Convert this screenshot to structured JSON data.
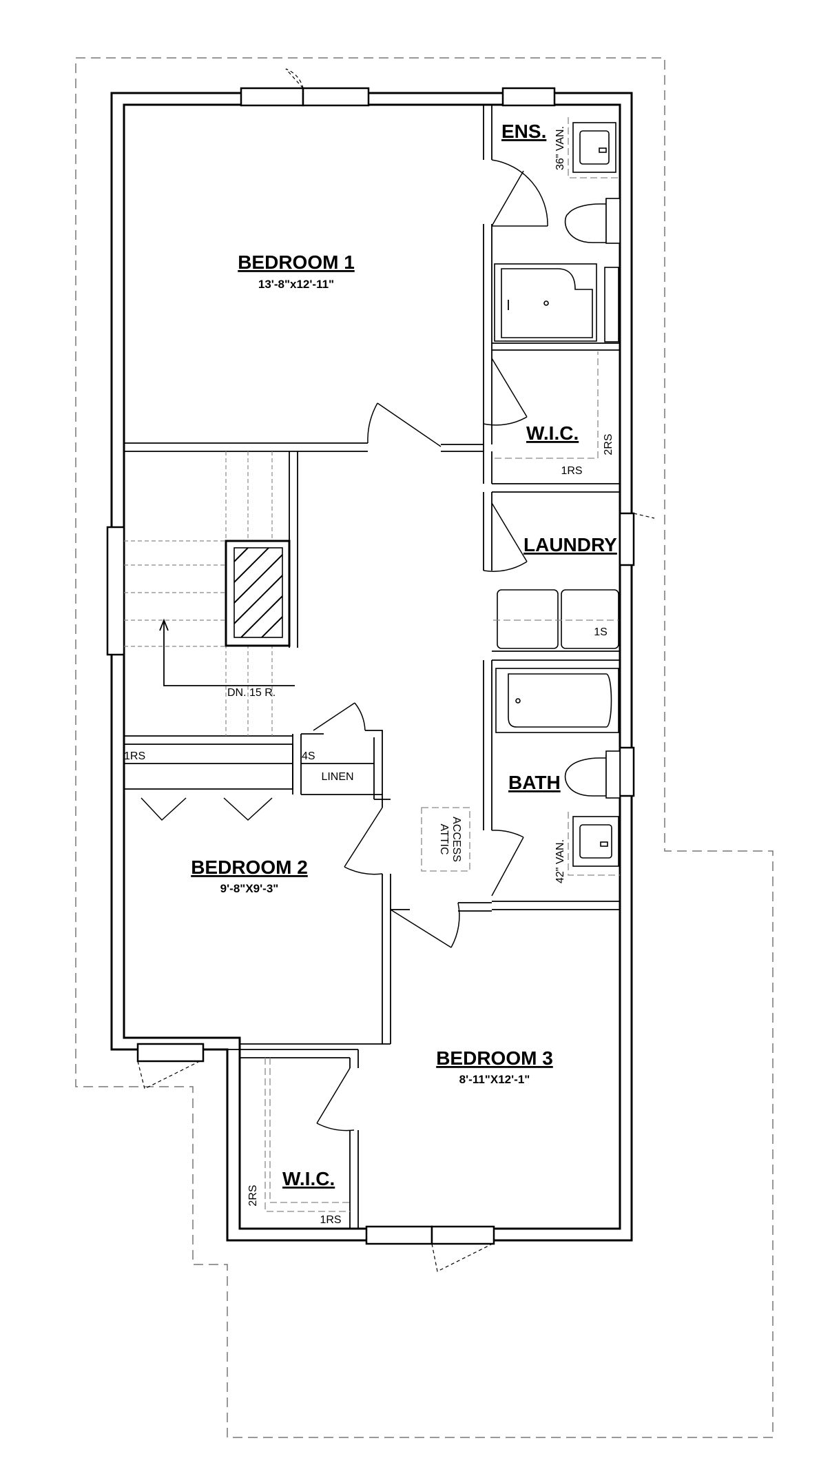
{
  "rooms": {
    "bedroom1": {
      "name": "BEDROOM 1",
      "dims": "13'-8\"x12'-11\""
    },
    "bedroom2": {
      "name": "BEDROOM 2",
      "dims": "9'-8\"X9'-3\""
    },
    "bedroom3": {
      "name": "BEDROOM 3",
      "dims": "8'-11\"X12'-1\""
    },
    "ensuite": {
      "name": "ENS."
    },
    "wic_upper": {
      "name": "W.I.C."
    },
    "wic_lower": {
      "name": "W.I.C."
    },
    "laundry": {
      "name": "LAUNDRY"
    },
    "bath": {
      "name": "BATH"
    },
    "linen": {
      "name": "LINEN"
    }
  },
  "notes": {
    "ens_vanity": "36\" VAN.",
    "bath_vanity": "42\" VAN.",
    "wic_upper_2rs": "2RS",
    "wic_upper_1rs": "1RS",
    "laundry_shelf": "1S",
    "stair_down": "DN. 15 R.",
    "hall_closet_rs": "1RS",
    "linen_shelves": "4S",
    "attic_line1": "ATTIC",
    "attic_line2": "ACCESS",
    "wic_lower_2rs": "2RS",
    "wic_lower_1rs": "1RS"
  }
}
